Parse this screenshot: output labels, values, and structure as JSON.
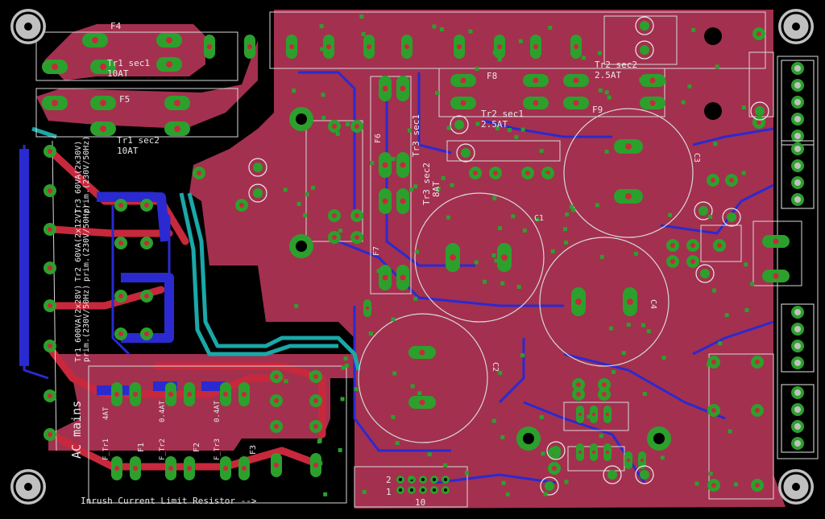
{
  "board": {
    "colors": {
      "background": "#000000",
      "top_copper": "#a3304f",
      "top_trace": "#c8283c",
      "bottom_trace": "#2a2ad0",
      "pad": "#2ca02c",
      "drill": "#c0c0c0",
      "silkscreen": "#e8e8e8",
      "cyan_trace": "#1aa8a8"
    },
    "labels": {
      "f4": "F4",
      "f5": "F5",
      "f6": "F6",
      "f7": "F7",
      "f8": "F8",
      "f9": "F9",
      "tr1_sec1": "Tr1 sec1",
      "tr1_sec1_rating": "10AT",
      "tr1_sec2": "Tr1 sec2",
      "tr1_sec2_rating": "10AT",
      "tr2_sec1": "Tr2 sec1",
      "tr2_sec1_rating": "2.5AT",
      "tr2_sec2": "Tr2 sec2",
      "tr2_sec2_rating": "2.5AT",
      "tr3_sec1": "Tr3 sec1",
      "tr3_sec2": "Tr3 sec2",
      "tr3_rating": "8AT",
      "tr1_spec": "Tr1 600VA(2x28V)",
      "tr1_prim": "prim.(230V/50Hz)",
      "tr2_spec": "Tr2 60VA(2x12V)",
      "tr2_prim": "prim.(230V/50Hz)",
      "tr3_spec": "Tr3 60VA(2x30V)",
      "tr3_prim": "prim.(230V/50Hz)",
      "ac_mains": "AC mains",
      "f_tr1": "F_Tr1",
      "f_tr1_rating": "4AT",
      "f_tr2": "F_Tr2",
      "f_tr2_rating": "0.4AT",
      "f_tr3": "F_Tr3",
      "f_tr3_rating": "0.4AT",
      "f1": "F1",
      "f2": "F2",
      "f3": "F3",
      "c1": "C1",
      "c2": "C2",
      "c3": "C3",
      "c4": "C4",
      "inrush": "Inrush Current Limit Resistor -->",
      "hdr_2": "2",
      "hdr_1": "1",
      "hdr_10": "10"
    }
  }
}
